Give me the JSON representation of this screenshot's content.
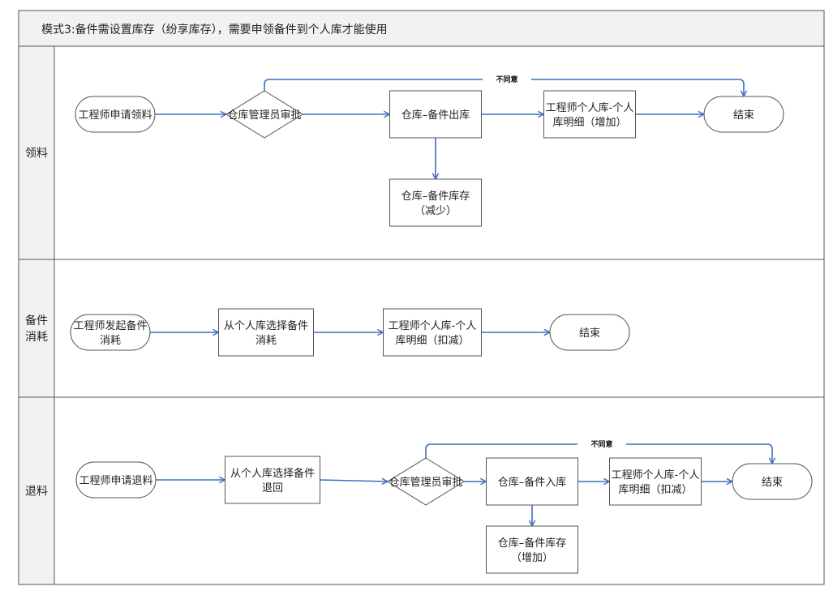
{
  "title": "模式3:备件需设置库存（纷享库存），需要申领备件到个人库才能使用",
  "lanes": [
    {
      "id": "lane-1",
      "label_lines": [
        "领料"
      ]
    },
    {
      "id": "lane-2",
      "label_lines": [
        "备件",
        "消耗"
      ]
    },
    {
      "id": "lane-3",
      "label_lines": [
        "退料"
      ]
    }
  ],
  "nodes": [
    {
      "id": "n1",
      "shape": "terminal",
      "lines": [
        "工程师申请领料"
      ]
    },
    {
      "id": "n2",
      "shape": "decision",
      "lines": [
        "仓库管理员审批"
      ]
    },
    {
      "id": "n3",
      "shape": "process",
      "lines": [
        "仓库–备件出库"
      ]
    },
    {
      "id": "n4",
      "shape": "process",
      "lines": [
        "工程师个人库-个人",
        "库明细（增加）"
      ]
    },
    {
      "id": "n5",
      "shape": "terminal",
      "lines": [
        "结束"
      ]
    },
    {
      "id": "n6",
      "shape": "process",
      "lines": [
        "仓库–备件库存",
        "（减少）"
      ]
    },
    {
      "id": "n7",
      "shape": "terminal",
      "lines": [
        "工程师发起备件",
        "消耗"
      ]
    },
    {
      "id": "n8",
      "shape": "process",
      "lines": [
        "从个人库选择备件",
        "消耗"
      ]
    },
    {
      "id": "n9",
      "shape": "process",
      "lines": [
        "工程师个人库-个人",
        "库明细（扣减）"
      ]
    },
    {
      "id": "n10",
      "shape": "terminal",
      "lines": [
        "结束"
      ]
    },
    {
      "id": "n11",
      "shape": "terminal",
      "lines": [
        "工程师申请退料"
      ]
    },
    {
      "id": "n12",
      "shape": "process",
      "lines": [
        "从个人库选择备件",
        "退回"
      ]
    },
    {
      "id": "n13",
      "shape": "decision",
      "lines": [
        "仓库管理员审批"
      ]
    },
    {
      "id": "n14",
      "shape": "process",
      "lines": [
        "仓库–备件入库"
      ]
    },
    {
      "id": "n15",
      "shape": "process",
      "lines": [
        "工程师个人库-个人",
        "库明细（扣减）"
      ]
    },
    {
      "id": "n16",
      "shape": "terminal",
      "lines": [
        "结束"
      ]
    },
    {
      "id": "n17",
      "shape": "process",
      "lines": [
        "仓库–备件库存",
        "（增加）"
      ]
    }
  ],
  "edges": [
    {
      "from": "n1",
      "to": "n2",
      "label": ""
    },
    {
      "from": "n2",
      "to": "n3",
      "label": ""
    },
    {
      "from": "n3",
      "to": "n4",
      "label": ""
    },
    {
      "from": "n4",
      "to": "n5",
      "label": ""
    },
    {
      "from": "n3",
      "to": "n6",
      "label": ""
    },
    {
      "from": "n2",
      "to": "n5",
      "label": "不同意"
    },
    {
      "from": "n7",
      "to": "n8",
      "label": ""
    },
    {
      "from": "n8",
      "to": "n9",
      "label": ""
    },
    {
      "from": "n9",
      "to": "n10",
      "label": ""
    },
    {
      "from": "n11",
      "to": "n12",
      "label": ""
    },
    {
      "from": "n12",
      "to": "n13",
      "label": ""
    },
    {
      "from": "n13",
      "to": "n14",
      "label": ""
    },
    {
      "from": "n14",
      "to": "n15",
      "label": ""
    },
    {
      "from": "n15",
      "to": "n16",
      "label": ""
    },
    {
      "from": "n14",
      "to": "n17",
      "label": ""
    },
    {
      "from": "n13",
      "to": "n16",
      "label": "不同意"
    }
  ],
  "colors": {
    "edge": "#3b6fc0",
    "border": "#555555",
    "header_fill": "#f2f2f2",
    "node_fill": "#ffffff"
  }
}
